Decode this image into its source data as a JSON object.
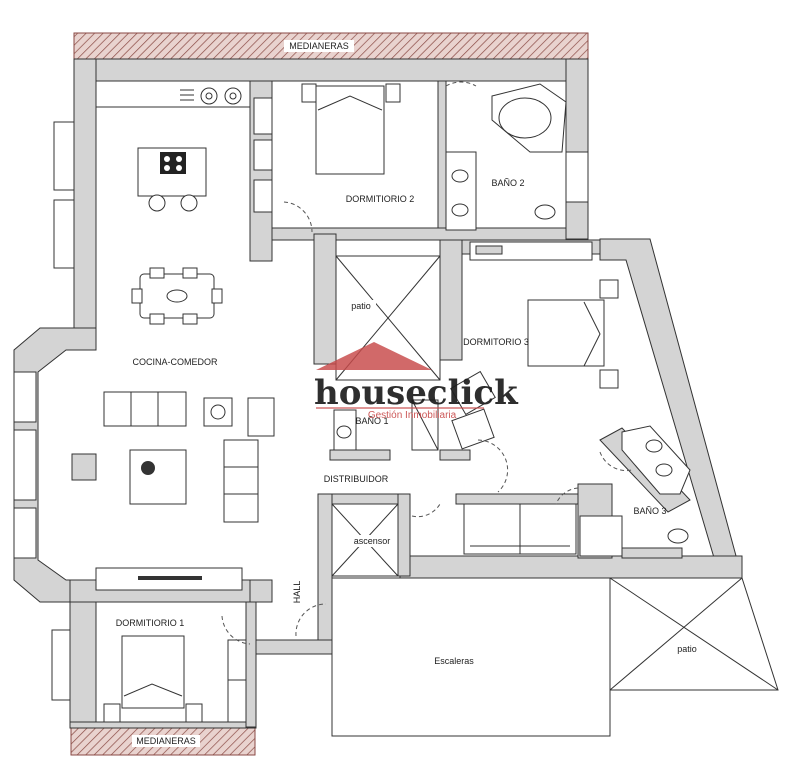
{
  "labels": {
    "medianeras_top": "MEDIANERAS",
    "medianeras_bottom": "MEDIANERAS",
    "dormitorio2": "DORMITIORIO 2",
    "bano2": "BAÑO 2",
    "cocina": "COCINA-COMEDOR",
    "patio_inner": "patio",
    "dormitorio3": "DORMITORIO 3",
    "bano1": "BAÑO 1",
    "distribuidor": "DISTRIBUIDOR",
    "bano3": "BAÑO 3",
    "ascensor": "ascensor",
    "hall": "HALL",
    "dormitorio1": "DORMITIORIO 1",
    "escaleras": "Escaleras",
    "patio_outer": "patio"
  },
  "brand": {
    "name": "houseclick",
    "tagline": "Gestión Inmobiliaria",
    "accent_color": "#c84a4a"
  },
  "colors": {
    "wall": "#d4d4d4",
    "line": "#333333",
    "hatch": "#8a4a44"
  }
}
